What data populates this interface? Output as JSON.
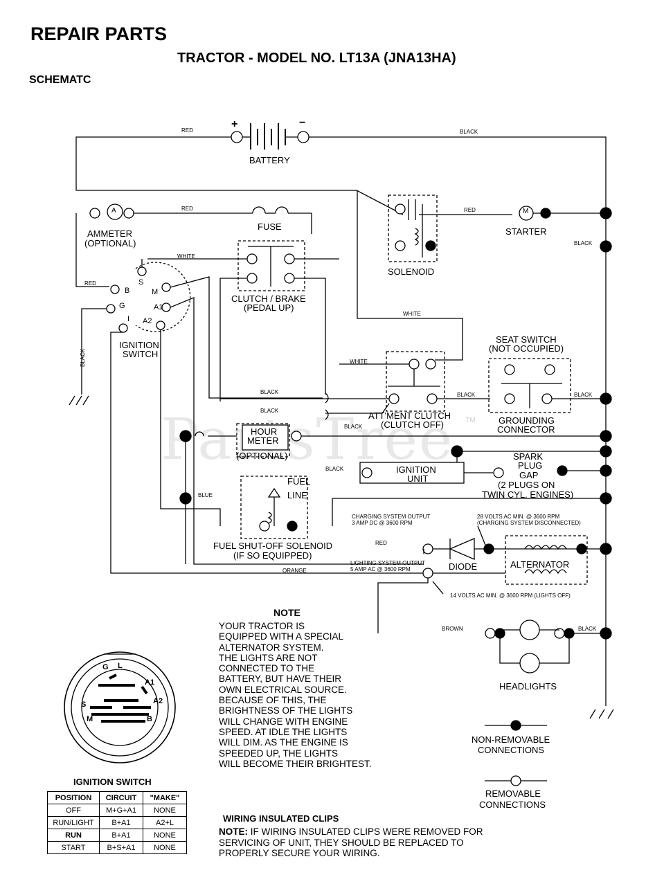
{
  "header": {
    "title": "REPAIR PARTS",
    "subtitle": "TRACTOR - MODEL NO. LT13A (JNA13HA)",
    "section": "SCHEMATC"
  },
  "watermark": "PartsTree",
  "watermark_tm": "TM",
  "components": {
    "battery": "BATTERY",
    "battery_plus": "+",
    "battery_minus": "−",
    "ammeter": "AMMETER",
    "ammeter_sub": "(OPTIONAL)",
    "ammeter_symbol": "A",
    "fuse": "FUSE",
    "solenoid": "SOLENOID",
    "starter": "STARTER",
    "starter_symbol": "M",
    "clutch_brake": "CLUTCH / BRAKE",
    "clutch_brake_sub": "(PEDAL UP)",
    "ignition_switch": "IGNITION",
    "ignition_switch_2": "SWITCH",
    "seat_switch": "SEAT SWITCH",
    "seat_switch_sub": "(NOT OCCUPIED)",
    "attachment_clutch": "ATT'MENT CLUTCH",
    "attachment_clutch_sub": "(CLUTCH OFF)",
    "grounding_connector": "GROUNDING",
    "grounding_connector_2": "CONNECTOR",
    "hour_meter": "HOUR",
    "hour_meter_2": "METER",
    "hour_meter_sub": "(OPTIONAL)",
    "ignition_unit": "IGNITION",
    "ignition_unit_2": "UNIT",
    "spark_plug": "SPARK",
    "spark_plug_2": "PLUG",
    "spark_plug_3": "GAP",
    "spark_plug_note": "(2 PLUGS ON",
    "spark_plug_note_2": "TWIN CYL. ENGINES)",
    "fuel_line": "FUEL",
    "fuel_line_2": "LINE",
    "fuel_solenoid": "FUEL SHUT-OFF SOLENOID",
    "fuel_solenoid_sub": "(IF SO EQUIPPED)",
    "diode": "DIODE",
    "alternator": "ALTERNATOR",
    "headlights": "HEADLIGHTS"
  },
  "ignition_terminals": [
    "B",
    "S",
    "M",
    "G",
    "I",
    "A1",
    "A2"
  ],
  "wires": {
    "red_top": "RED",
    "black_top": "BLACK",
    "red_fuse": "RED",
    "red_starter": "RED",
    "black_starter": "BLACK",
    "white_ign": "WHITE",
    "red_ign": "RED",
    "black_ground": "BLACK",
    "white_solenoid": "WHITE",
    "white_att": "WHITE",
    "black_att1": "BLACK",
    "black_att2": "BLACK",
    "black_att3": "BLACK",
    "black_seat_left": "BLACK",
    "black_seat_right": "BLACK",
    "black_ign_unit": "BLACK",
    "blue": "BLUE",
    "red_charge": "RED",
    "orange": "ORANGE",
    "brown": "BROWN",
    "black_headlight": "BLACK"
  },
  "charging": {
    "output_title": "CHARGING SYSTEM OUTPUT",
    "output_value": "3 AMP DC @ 3600 RPM",
    "volts_note": "28 VOLTS AC MIN. @ 3600 RPM",
    "volts_note_2": "(CHARGING SYSTEM DISCONNECTED)",
    "lighting_title": "LIGHTING SYSTEM OUTPUT",
    "lighting_value": "5 AMP AC @ 3600 RPM",
    "lights_off_note": "14 VOLTS AC MIN. @ 3600 RPM (LIGHTS OFF)"
  },
  "note": {
    "title": "NOTE",
    "lines": [
      "YOUR TRACTOR IS",
      "EQUIPPED WITH A SPECIAL",
      "ALTERNATOR SYSTEM.",
      "THE LIGHTS ARE NOT",
      "CONNECTED TO THE",
      "BATTERY, BUT HAVE THEIR",
      "OWN ELECTRICAL SOURCE.",
      "BECAUSE OF THIS, THE",
      "BRIGHTNESS OF THE LIGHTS",
      "WILL CHANGE WITH ENGINE",
      "SPEED.  AT IDLE THE LIGHTS",
      "WILL DIM.  AS THE ENGINE IS",
      "SPEEDED UP, THE LIGHTS",
      "WILL BECOME THEIR BRIGHTEST."
    ]
  },
  "legend": {
    "non_removable": "NON-REMOVABLE",
    "non_removable_2": "CONNECTIONS",
    "removable": "REMOVABLE",
    "removable_2": "CONNECTIONS"
  },
  "ignition_table": {
    "title": "IGNITION SWITCH",
    "headers": [
      "POSITION",
      "CIRCUIT",
      "\"MAKE\""
    ],
    "rows": [
      [
        "OFF",
        "M+G+A1",
        "NONE"
      ],
      [
        "RUN/LIGHT",
        "B+A1",
        "A2+L"
      ],
      [
        "RUN",
        "B+A1",
        "NONE"
      ],
      [
        "START",
        "B+S+A1",
        "NONE"
      ]
    ],
    "dial_labels": [
      "G",
      "L",
      "A1",
      "S",
      "A2",
      "M",
      "B"
    ]
  },
  "clips": {
    "title": "WIRING INSULATED CLIPS",
    "note_label": "NOTE:",
    "lines": [
      " IF WIRING INSULATED CLIPS WERE REMOVED FOR",
      "SERVICING OF UNIT, THEY SHOULD BE REPLACED TO",
      "PROPERLY SECURE YOUR WIRING."
    ]
  }
}
